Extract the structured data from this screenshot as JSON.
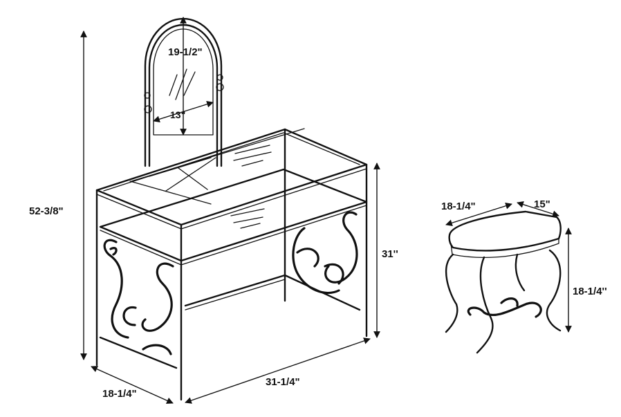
{
  "dimensions": {
    "mirror_height": "19-1/2\"",
    "mirror_width": "13\"",
    "overall_height": "52-3/8\"",
    "table_height": "31''",
    "table_depth": "18-1/4\"",
    "table_width": "31-1/4\"",
    "stool_width": "18-1/4\"",
    "stool_depth": "15\"",
    "stool_height": "18-1/4''"
  }
}
